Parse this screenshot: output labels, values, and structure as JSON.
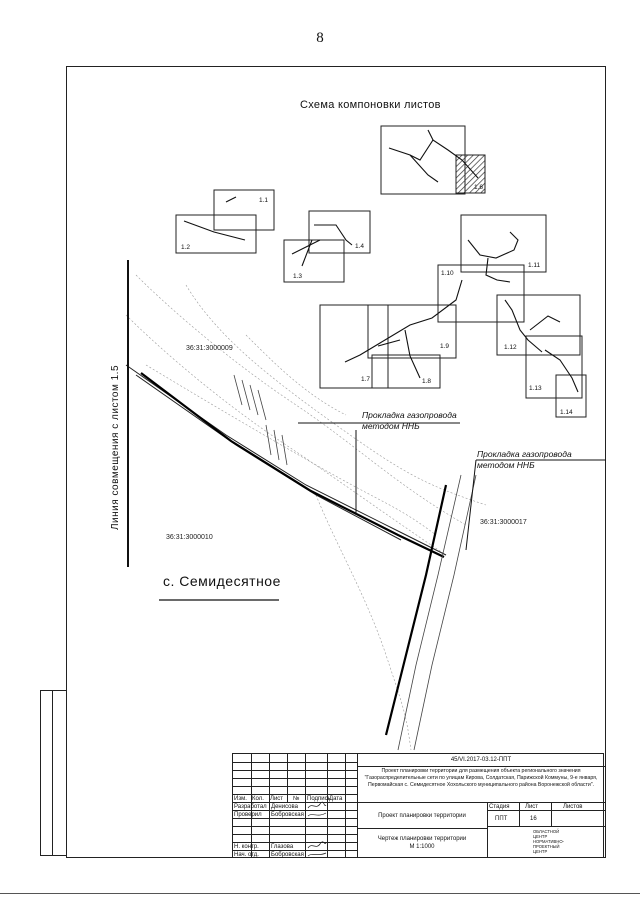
{
  "page_number": "8",
  "scheme": {
    "title": "Схема компоновки листов",
    "sheets": [
      "1.1",
      "1.2",
      "1.3",
      "1.4",
      "1.6",
      "1.7",
      "1.8",
      "1.9",
      "1.10",
      "1.11",
      "1.12",
      "1.13",
      "1.14"
    ]
  },
  "map": {
    "settlement_label": "с. Семидесятное",
    "alignment_line_label": "Линия совмещения с листом 1.5",
    "annotation_1": [
      "Прокладка газопровода",
      "методом ННБ"
    ],
    "annotation_2": [
      "Прокладка газопровода",
      "методом ННБ"
    ],
    "cadastral_numbers": [
      "36:31:3000009",
      "36:31:3000010",
      "36:31:3000017"
    ]
  },
  "stamp": {
    "doc_code": "45/VI.2017-03.12-ППТ",
    "project_title": "Проект планировки территории для размещения объекта регионального значения \"Газораспределительные сети по улицам Кирова, Солдатская, Парижской Коммуны, 9-е января, Первомайская с. Семидесятное Хохольского муниципального района Воронежской области\".",
    "headers": [
      "Изм.",
      "Кол.",
      "Лист",
      "№",
      "Подпись",
      "Дата"
    ],
    "roles": [
      {
        "role": "Разработал",
        "name": "Денисова"
      },
      {
        "role": "Проверил",
        "name": "Бобровская"
      },
      {
        "role": "Н. контр.",
        "name": "Глазова"
      },
      {
        "role": "Нач. отд.",
        "name": "Бобровская"
      }
    ],
    "stage_headers": [
      "Стадия",
      "Лист",
      "Листов"
    ],
    "stage": "ППТ",
    "sheet": "16",
    "sheets_total": "",
    "section_title": "Проект планировки территории",
    "drawing_title": "Чертеж планировки территории",
    "scale": "М 1:1000",
    "org_lines": [
      "ОБЛАСТНОЙ",
      "ЦЕНТР",
      "НОРМАТИВНО-",
      "ПРОЕКТНЫЙ",
      "ЦЕНТР"
    ]
  }
}
